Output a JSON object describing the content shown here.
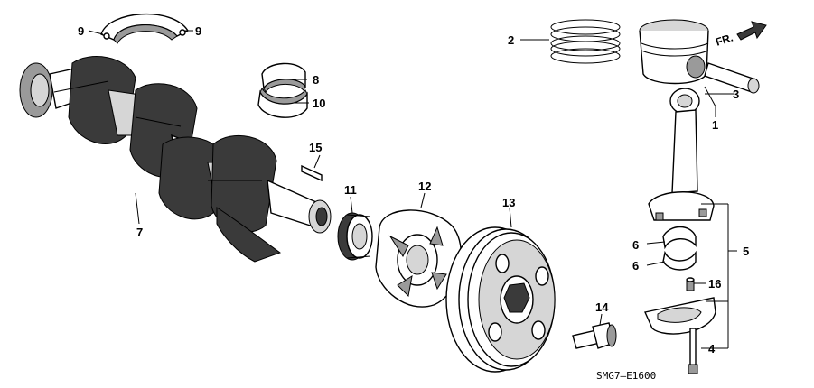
{
  "callouts": [
    {
      "id": "c1",
      "label": "1"
    },
    {
      "id": "c2",
      "label": "2"
    },
    {
      "id": "c3",
      "label": "3"
    },
    {
      "id": "c4",
      "label": "4"
    },
    {
      "id": "c5",
      "label": "5"
    },
    {
      "id": "c6a",
      "label": "6"
    },
    {
      "id": "c6b",
      "label": "6"
    },
    {
      "id": "c7",
      "label": "7"
    },
    {
      "id": "c8",
      "label": "8"
    },
    {
      "id": "c9a",
      "label": "9"
    },
    {
      "id": "c9b",
      "label": "9"
    },
    {
      "id": "c10",
      "label": "10"
    },
    {
      "id": "c11",
      "label": "11"
    },
    {
      "id": "c12",
      "label": "12"
    },
    {
      "id": "c13",
      "label": "13"
    },
    {
      "id": "c14",
      "label": "14"
    },
    {
      "id": "c15",
      "label": "15"
    },
    {
      "id": "c16",
      "label": "16"
    }
  ],
  "direction_label": "FR.",
  "diagram_code": "SMG7—E1600"
}
